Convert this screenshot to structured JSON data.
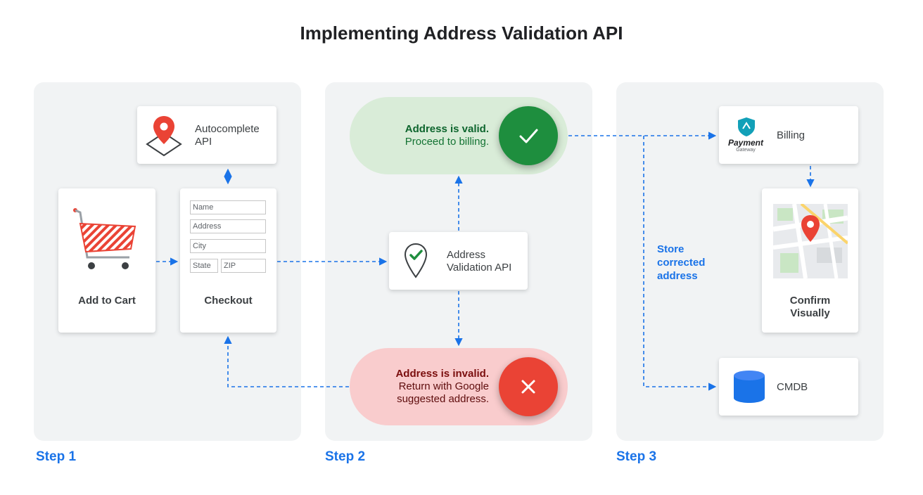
{
  "title": "Implementing Address Validation API",
  "steps": [
    "Step 1",
    "Step 2",
    "Step 3"
  ],
  "step1": {
    "autocomplete": {
      "line1": "Autocomplete",
      "line2": "API"
    },
    "cart": {
      "label": "Add to Cart"
    },
    "checkout": {
      "label": "Checkout",
      "fields": {
        "name": "Name",
        "address": "Address",
        "city": "City",
        "state": "State",
        "zip": "ZIP"
      }
    }
  },
  "step2": {
    "valid": {
      "line1": "Address is valid.",
      "line2": "Proceed to billing."
    },
    "api": {
      "line1": "Address",
      "line2": "Validation API"
    },
    "invalid": {
      "line1": "Address is invalid.",
      "line2": "Return with Google",
      "line3": "suggested address."
    }
  },
  "step3": {
    "billing": {
      "label": "Billing",
      "logo_line1": "Payment",
      "logo_line2": "Gateway"
    },
    "store": {
      "line1": "Store",
      "line2": "corrected",
      "line3": "address"
    },
    "confirm": {
      "line1": "Confirm",
      "line2": "Visually"
    },
    "cmdb": {
      "label": "CMDB"
    }
  },
  "colors": {
    "arrow": "#1a73e8",
    "valid_green": "#1e8e3e",
    "invalid_red": "#ea4335",
    "pin_red": "#ea4335",
    "db_blue": "#1a73e8",
    "panel": "#f1f3f4"
  }
}
